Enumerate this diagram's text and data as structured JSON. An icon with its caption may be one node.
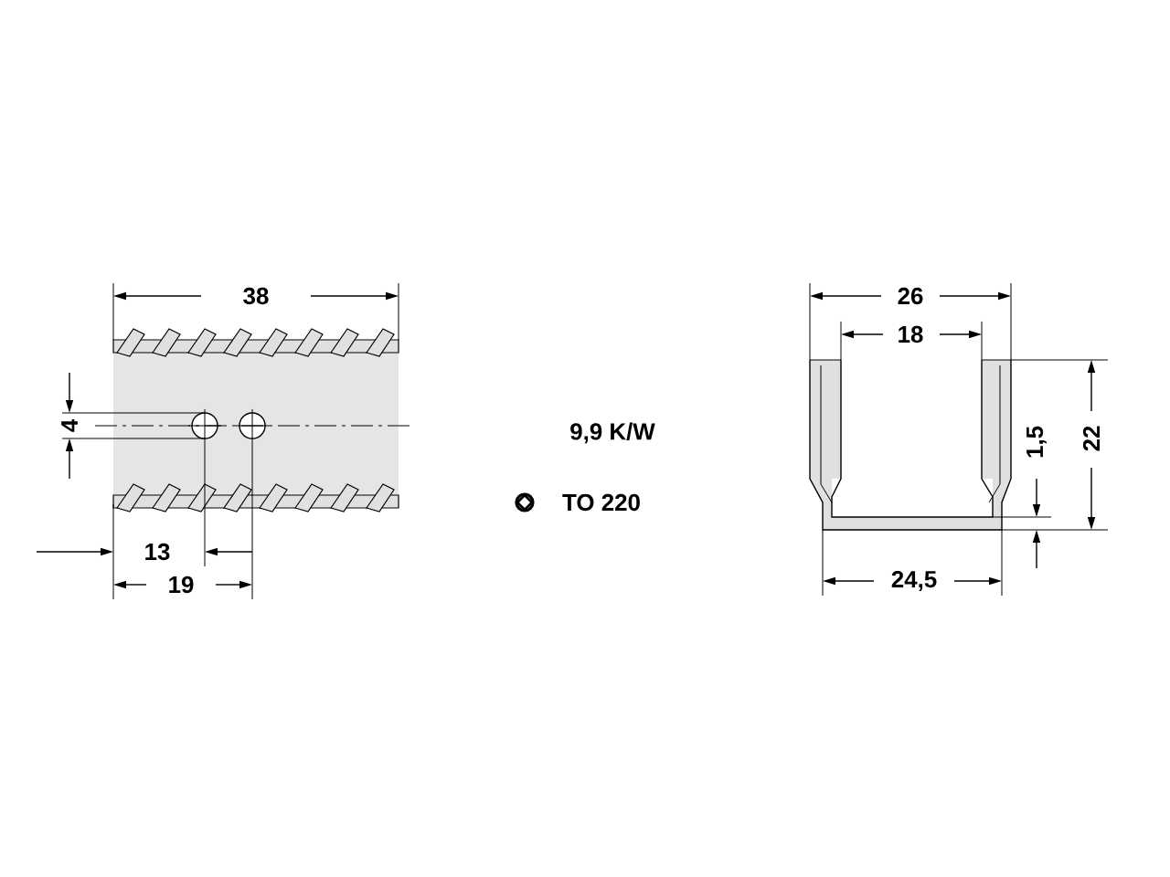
{
  "diagram": {
    "labels": [
      "38",
      "26",
      "18",
      "4",
      "9,9 K/W",
      "1,5",
      "22",
      "TO 220",
      "13",
      "24,5",
      "19"
    ]
  }
}
